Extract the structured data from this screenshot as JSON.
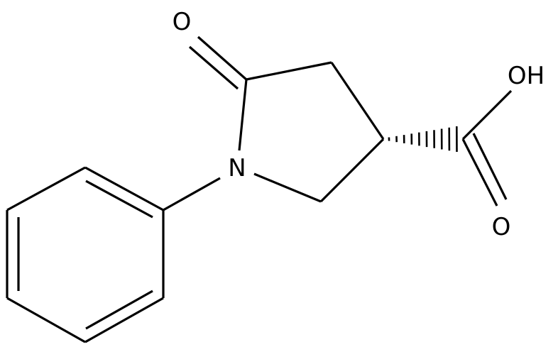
{
  "molecule": {
    "atoms": {
      "carbonyl_oxygen": "O",
      "nitrogen": "N",
      "hydroxyl": "OH",
      "acid_oxygen": "O"
    }
  }
}
